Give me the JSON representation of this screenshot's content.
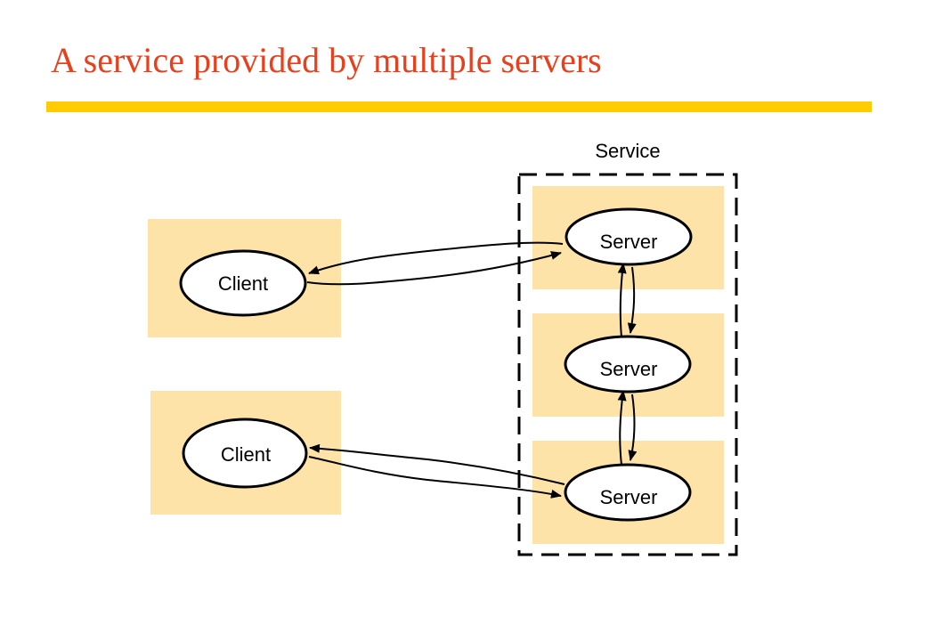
{
  "slide": {
    "title": "A service provided by multiple servers"
  },
  "diagram": {
    "service_label": "Service",
    "clients": [
      {
        "label": "Client"
      },
      {
        "label": "Client"
      }
    ],
    "servers": [
      {
        "label": "Server"
      },
      {
        "label": "Server"
      },
      {
        "label": "Server"
      }
    ]
  },
  "colors": {
    "title": "#e8401c",
    "rule": "#ffcc00",
    "box_fill": "#fde3a7",
    "node_fill": "#ffffff",
    "stroke": "#000000"
  }
}
